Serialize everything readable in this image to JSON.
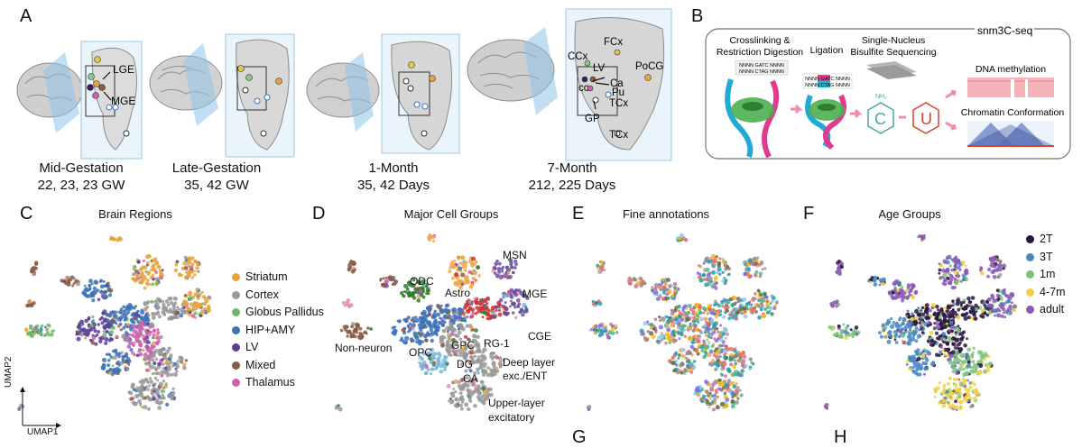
{
  "panels": {
    "a": {
      "letter": "A",
      "stages": [
        {
          "label": "Mid-Gestation",
          "detail": "22, 23, 23 GW"
        },
        {
          "label": "Late-Gestation",
          "detail": "35, 42 GW"
        },
        {
          "label": "1-Month",
          "detail": "35, 42 Days"
        },
        {
          "label": "7-Month",
          "detail": "212, 225 Days"
        }
      ],
      "mid_labels": {
        "lge": "LGE",
        "mge": "MGE"
      },
      "seven_labels": {
        "fcx": "FCx",
        "ccx": "CCx",
        "lv": "LV",
        "pocg": "PoCG",
        "ca": "Ca",
        "cc": "cc",
        "pu": "Pu",
        "tcx_inner": "TCx",
        "gp": "GP",
        "tcx": "TCx"
      }
    },
    "b": {
      "letter": "B",
      "box_title": "snm3C-seq",
      "steps": {
        "crosslink": [
          "Crosslinking &",
          "Restriction Digestion"
        ],
        "ligation": "Ligation",
        "bisulfite": [
          "Single-Nucleus",
          "Bisulfite Sequencing"
        ],
        "methylation": "DNA methylation",
        "conformation": "Chromatin Conformation"
      },
      "seq_left": [
        "NNNN GATC NNNN",
        "NNNN CTAG NNNN"
      ],
      "seq_lig": [
        "NNNN GATC NNNN",
        "NNNN CTAG NNNN"
      ],
      "base_c": "C",
      "base_u": "U",
      "nh2": "NH₂"
    },
    "c": {
      "letter": "C",
      "title": "Brain Regions",
      "axis_y": "UMAP2",
      "axis_x": "UMAP1",
      "legend": [
        {
          "label": "Striatum",
          "color": "#e8a33d"
        },
        {
          "label": "Cortex",
          "color": "#9a9a9a"
        },
        {
          "label": "Globus Pallidus",
          "color": "#6cb86a"
        },
        {
          "label": "HIP+AMY",
          "color": "#3b73b9"
        },
        {
          "label": "LV",
          "color": "#5c3c98"
        },
        {
          "label": "Mixed",
          "color": "#8a5a44"
        },
        {
          "label": "Thalamus",
          "color": "#cf5fb0"
        }
      ]
    },
    "d": {
      "letter": "D",
      "title": "Major Cell Groups",
      "labels": {
        "msn": "MSN",
        "odc": "ODC",
        "astro": "Astro",
        "mge": "MGE",
        "non_neuron": "Non-neuron",
        "opc": "OPC",
        "gpc": "GPC",
        "rg1": "RG-1",
        "cge": "CGE",
        "dg": "DG",
        "deep": [
          "Deep layer",
          "exc./ENT"
        ],
        "ca": "CA",
        "upper": [
          "Upper-layer",
          "excitatory"
        ]
      }
    },
    "e": {
      "letter": "E",
      "title": "Fine annotations"
    },
    "f": {
      "letter": "F",
      "title": "Age Groups",
      "legend": [
        {
          "label": "2T",
          "color": "#2a1540"
        },
        {
          "label": "3T",
          "color": "#4a86c5"
        },
        {
          "label": "1m",
          "color": "#7dc47b"
        },
        {
          "label": "4-7m",
          "color": "#f2d045"
        },
        {
          "label": "adult",
          "color": "#8a5bb0"
        }
      ]
    },
    "g_partial": "G",
    "h_partial": "H"
  }
}
